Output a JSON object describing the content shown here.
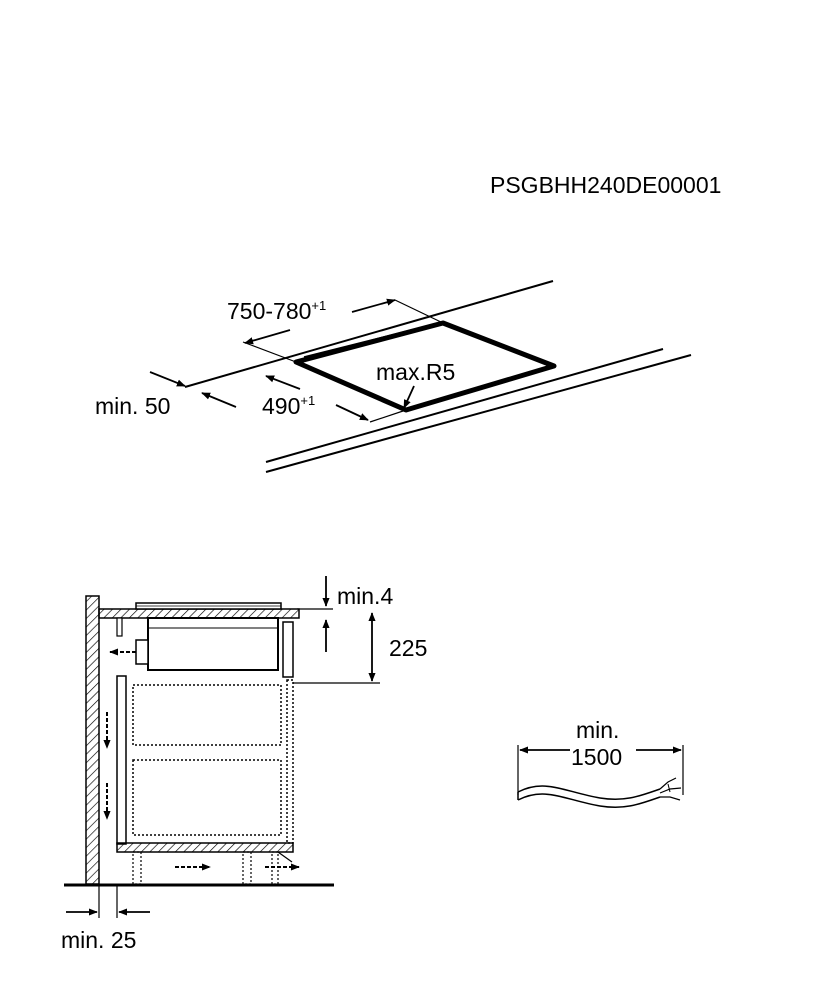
{
  "drawing_code": "PSGBHH240DE00001",
  "top_view": {
    "cutout_width": "750-780",
    "cutout_width_tol": "+1",
    "cutout_depth": "490",
    "cutout_depth_tol": "+1",
    "edge_distance": "min. 50",
    "corner_radius": "max.R5"
  },
  "side_view": {
    "top_gap": "min.4",
    "height": "225",
    "wall_gap": "min. 25"
  },
  "cable": {
    "line1": "min.",
    "line2": "1500"
  }
}
